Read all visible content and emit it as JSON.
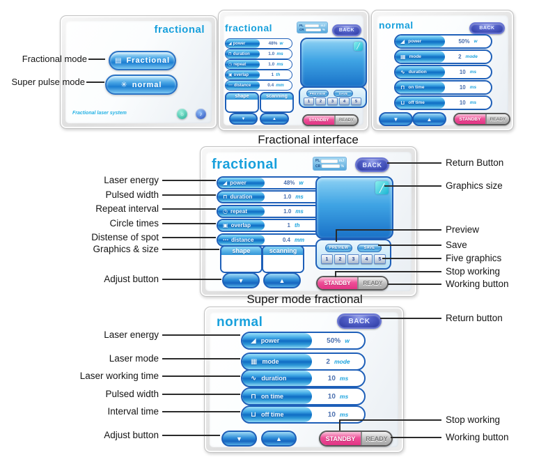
{
  "captions": {
    "middle": "Fractional interface",
    "bottom": "Super mode fractional"
  },
  "glyphs": {
    "down_arrow": "▼",
    "up_arrow": "▲",
    "edit": "╱"
  },
  "select_ui": {
    "title": "fractional",
    "fractional_icon": "▤",
    "fractional_button": "Fractional",
    "normal_icon": "✳",
    "normal_button": "normal",
    "footer": "Fractional laser system",
    "badge1_icon": "☼",
    "badge2_icon": "♪"
  },
  "fractional_ui": {
    "title": "fractional",
    "back_button": "BACK",
    "meter": {
      "pl": "PL",
      "cr": "CR",
      "mj": "mJ",
      "percent": "%"
    },
    "rows": [
      {
        "icon": "◢",
        "label": "power",
        "value": "48%",
        "unit": "w"
      },
      {
        "icon": "⊓",
        "label": "duration",
        "value": "1.0",
        "unit": "ms"
      },
      {
        "icon": "◷",
        "label": "repeat",
        "value": "1.0",
        "unit": "ms"
      },
      {
        "icon": "▣",
        "label": "overlap",
        "value": "1",
        "unit": "th"
      },
      {
        "icon": "⋯",
        "label": "distance",
        "value": "0.4",
        "unit": "mm"
      }
    ],
    "shape_button": "shape",
    "scanning_button": "scanning",
    "preview_button": "PREVIEW",
    "save_button": "SAVE",
    "graphic_slots": [
      "1",
      "2",
      "3",
      "4",
      "5"
    ],
    "standby_button": "STANDBY",
    "ready_button": "READY"
  },
  "normal_ui": {
    "title": "normal",
    "back_button": "BACK",
    "rows": [
      {
        "icon": "◢",
        "label": "power",
        "value": "50%",
        "unit": "w"
      },
      {
        "icon": "▦",
        "label": "mode",
        "value": "2",
        "unit": "mode"
      },
      {
        "icon": "∿",
        "label": "duration",
        "value": "10",
        "unit": "ms"
      },
      {
        "icon": "⊓",
        "label": "on time",
        "value": "10",
        "unit": "ms"
      },
      {
        "icon": "⊔",
        "label": "off time",
        "value": "10",
        "unit": "ms"
      }
    ],
    "standby_button": "STANDBY",
    "ready_button": "READY"
  },
  "callouts": {
    "select_left": [
      "Fractional mode",
      "Super pulse mode"
    ],
    "mid_left": [
      "Laser energy",
      "Pulsed width",
      "Repeat interval",
      "Circle times",
      "Distense of spot",
      "Graphics & size",
      "Adjust button"
    ],
    "mid_right": [
      "Return Button",
      "Graphics size",
      "Preview",
      "Save",
      "Five graphics",
      "Stop working",
      "Working button"
    ],
    "bottom_left": [
      "Laser energy",
      "Laser mode",
      "Laser working time",
      "Pulsed width",
      "Interval time",
      "Adjust button"
    ],
    "bottom_right": [
      "Return button",
      "Stop working",
      "Working button"
    ]
  }
}
